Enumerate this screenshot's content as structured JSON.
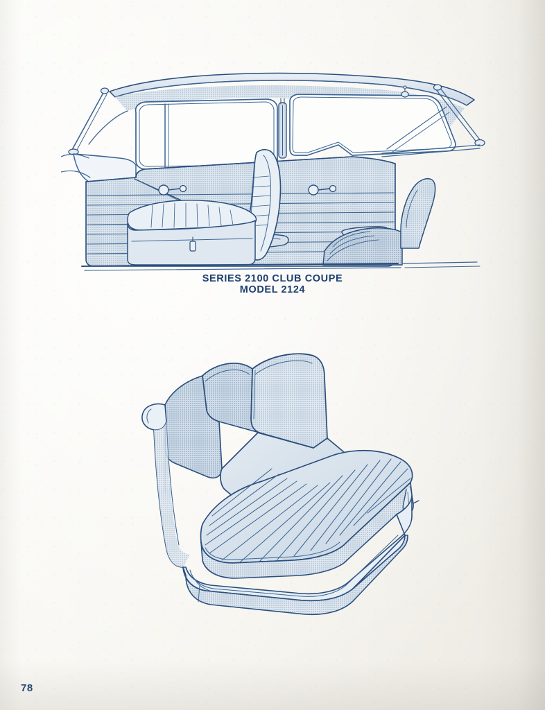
{
  "page": {
    "number": "78",
    "background_color": "#f6f4ef"
  },
  "caption": {
    "line1": "SERIES 2100 CLUB COUPE",
    "line2": "MODEL 2124",
    "color": "#1d3f6e"
  },
  "palette": {
    "ink": "#3d6695",
    "ink_dark": "#2b4f7d",
    "tone_light": "#dfe7ef",
    "tone_mid": "#c3d2e0",
    "tone_deep": "#aec1d3",
    "paper": "#f6f4ef",
    "caption_navy": "#1d3f6e"
  },
  "illustrations": [
    {
      "name": "interior-side-view",
      "title": "Club coupe interior, door and side panel side view with tilted front seat",
      "elements": [
        "roof-header",
        "windshield-pillar",
        "door-window-frame",
        "vent-window",
        "quarter-window",
        "rear-window-pillar",
        "door-panel-pleats",
        "window-crank-knob",
        "door-handle",
        "armrest",
        "front-seat-tilted",
        "rear-seat-cushion",
        "rocker-sill"
      ]
    },
    {
      "name": "bench-seat-three-quarter",
      "title": "Front bench seat, three-quarter view with pleated upholstery",
      "elements": [
        "seat-back-left-bolster",
        "seat-back-center-panel",
        "seat-back-right-panel",
        "seat-cushion-pleats",
        "side-bolster-roll",
        "seat-base-skirt",
        "seat-latch-hook"
      ]
    }
  ]
}
